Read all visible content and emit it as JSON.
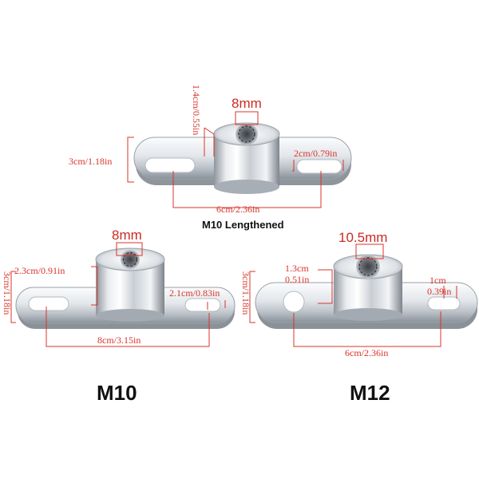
{
  "top": {
    "thread": "8mm",
    "boss_height": "1.4cm/0.55in",
    "width": "3cm/1.18in",
    "slot": "2cm/0.79in",
    "length": "6cm/2.36in",
    "caption": "M10 Lengthened"
  },
  "left": {
    "thread": "8mm",
    "boss_height": "2.3cm/0.91in",
    "width": "3cm/1.18in",
    "slot": "2.1cm/0.83in",
    "length": "8cm/3.15in",
    "caption": "M10"
  },
  "right": {
    "thread": "10.5mm",
    "boss_height_a": "1.3cm",
    "boss_height_b": "0.51in",
    "width": "3cm/1.18in",
    "slot_a": "1cm",
    "slot_b": "0.39in",
    "length": "6cm/2.36in",
    "caption": "M12"
  },
  "colors": {
    "dimension_red": "#d9342b",
    "metal_light": "#f4f6f8",
    "metal_dark": "#7d848c"
  }
}
